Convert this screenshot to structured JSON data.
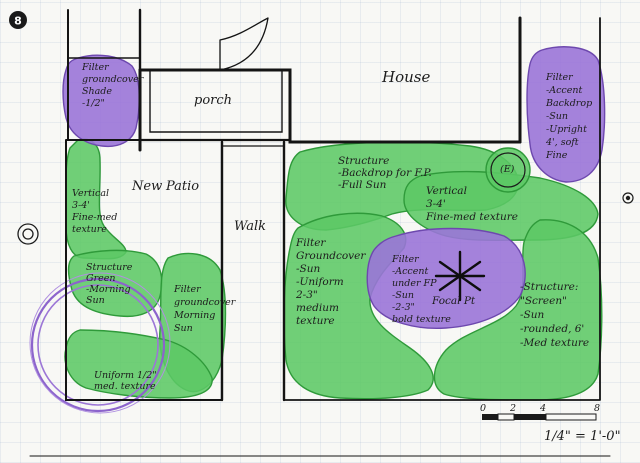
{
  "sheet_number": "8",
  "colors": {
    "green_fill": "#5cc865",
    "green_stroke": "#2f9a3a",
    "purple_fill": "#9a74d8",
    "purple_stroke": "#6d48ae",
    "ink": "#161616"
  },
  "labels": {
    "house": "House",
    "porch": "porch",
    "new_patio_1": "New",
    "new_patio_2": "Patio",
    "walk": "Walk",
    "existing_tree": "(E)",
    "focal": "Focal Pt"
  },
  "beds": {
    "filter_shade": [
      "Filter",
      "groundcover",
      "Shade",
      "-1/2\""
    ],
    "vertical_left": [
      "Vertical",
      "3-4'",
      "Fine-med",
      "texture"
    ],
    "structure_green": [
      "Structure",
      "Green",
      "-Morning",
      "Sun"
    ],
    "filter_groundcover_left": [
      "Filter",
      "groundcover",
      "Morning",
      "Sun"
    ],
    "uniform_circle": [
      "Uniform 1/2\"",
      "med. texture"
    ],
    "structure_backdrop": [
      "Structure",
      "-Backdrop for F.P.",
      "-Full Sun"
    ],
    "vertical_right": [
      "Vertical",
      "3-4'",
      "Fine-med texture"
    ],
    "filter_accent": [
      "Filter",
      "-Accent",
      "Backdrop",
      "-Sun",
      "-Upright",
      "4', soft",
      "Fine"
    ],
    "filter_groundcover_right": [
      "Filter",
      "Groundcover",
      "-Sun",
      "-Uniform",
      "2-3\"",
      "medium",
      "texture"
    ],
    "filter_focal": [
      "Filter",
      "-Accent",
      "under FP",
      "-Sun",
      "-2-3\"",
      "bold texture"
    ],
    "structure_screen": [
      "-Structure:",
      "\"Screen\"",
      "-Sun",
      "-rounded, 6'",
      "-Med texture"
    ]
  },
  "scale": {
    "ticks": [
      "0",
      "2",
      "4",
      "8"
    ],
    "label": "1/4\" = 1'-0\""
  }
}
